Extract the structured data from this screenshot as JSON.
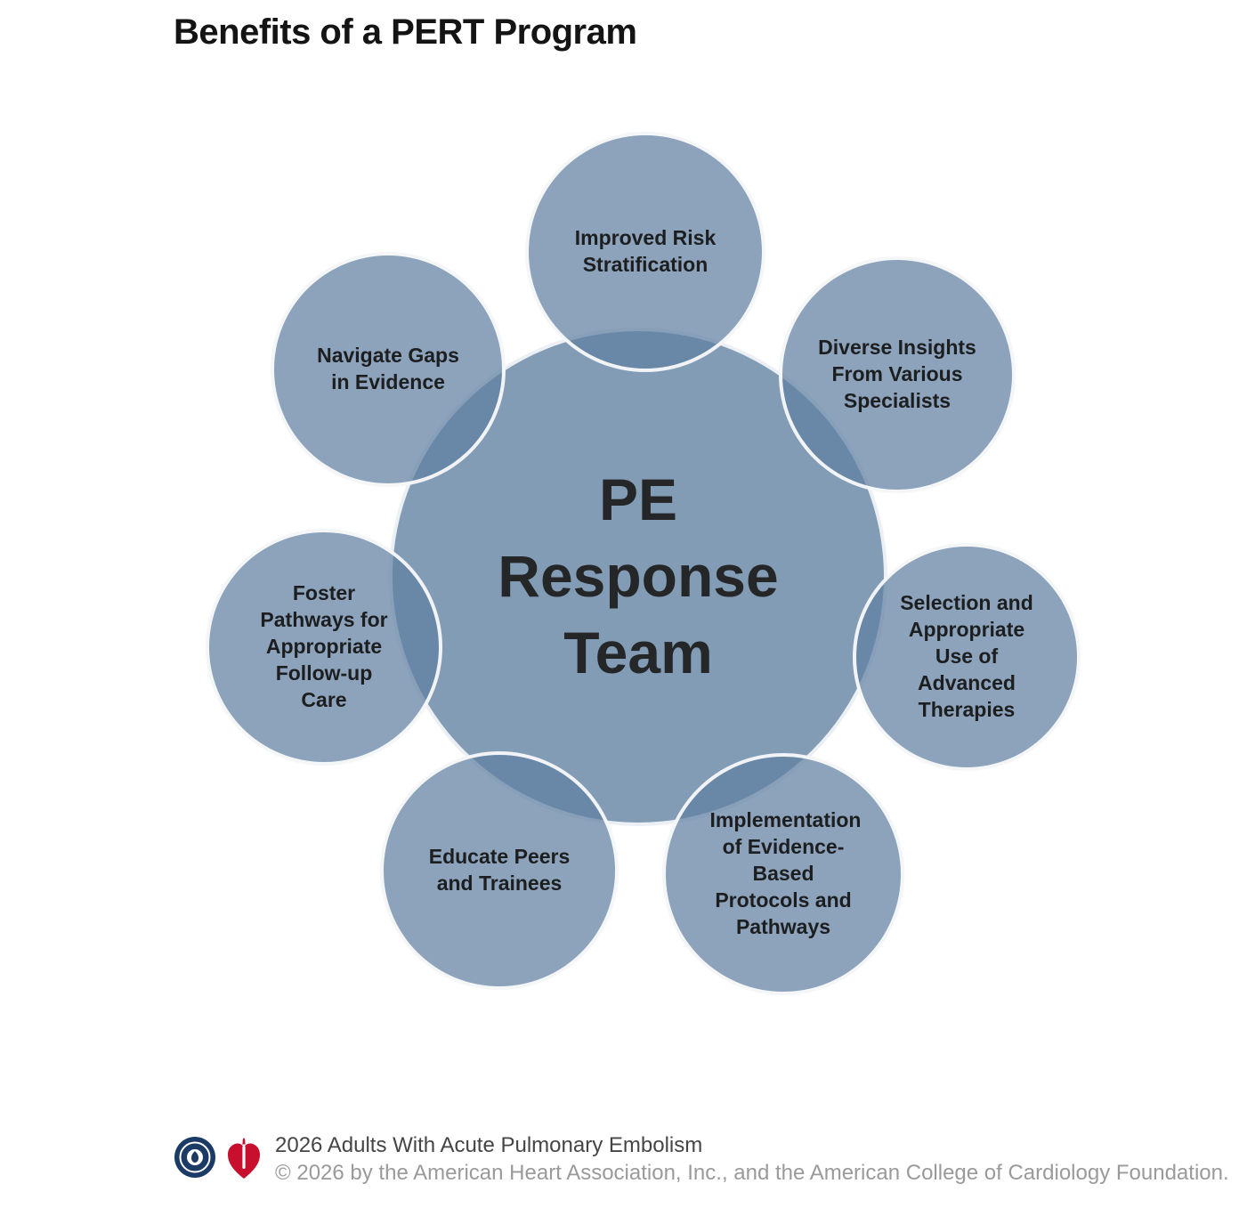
{
  "title": "Benefits of a PERT Program",
  "diagram": {
    "center_label": "PE Response Team",
    "satellites": [
      {
        "position": "top",
        "label": "Improved Risk Stratification"
      },
      {
        "position": "top-right",
        "label": "Diverse Insights From Various Specialists"
      },
      {
        "position": "right",
        "label": "Selection and Appropriate Use of Advanced Therapies"
      },
      {
        "position": "bottom-right",
        "label": "Implementation of Evidence-Based Protocols and Pathways"
      },
      {
        "position": "bottom-left",
        "label": "Educate Peers and Trainees"
      },
      {
        "position": "left",
        "label": "Foster Pathways for Appropriate Follow-up Care"
      },
      {
        "position": "top-left",
        "label": "Navigate Gaps in Evidence"
      }
    ],
    "colors": {
      "circle_fill": "#8CA7C0",
      "text": "#1c1e20"
    }
  },
  "footer": {
    "program": "2026 Adults With Acute Pulmonary Embolism",
    "copyright": "© 2026 by the American Heart Association, Inc., and the American College of Cardiology Foundation.",
    "logos": {
      "acc": "acc-logo-icon",
      "aha": "aha-heart-torch-icon"
    },
    "colors": {
      "acc_navy": "#1b3a66",
      "aha_red": "#c8102e"
    }
  }
}
